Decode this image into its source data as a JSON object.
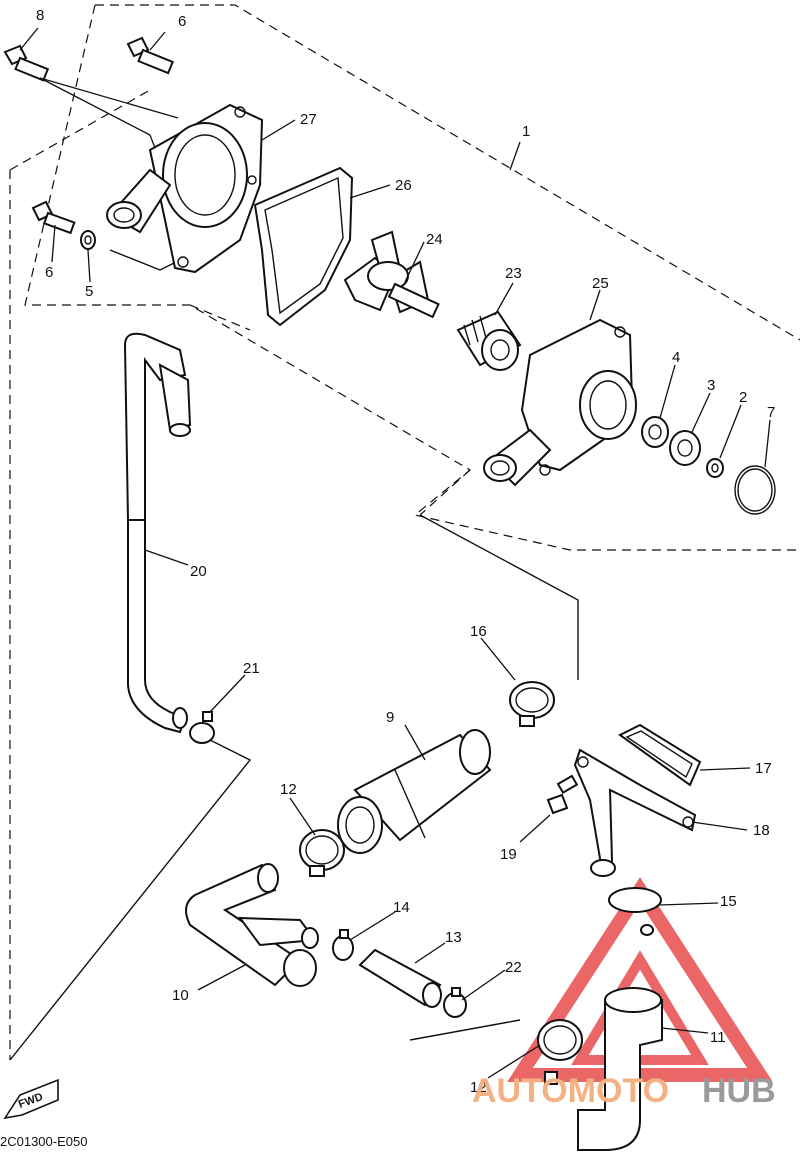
{
  "diagram_code": "2C01300-E050",
  "fwd_label": "FWD",
  "watermark": {
    "text_primary": "AUTOMOTO",
    "text_secondary": "HUB",
    "color_primary": "#f4b183",
    "color_secondary": "#9a9a9a",
    "triangle_color": "#e84c4c"
  },
  "callouts": {
    "c1": "1",
    "c2": "2",
    "c3": "3",
    "c4": "4",
    "c5": "5",
    "c6a": "6",
    "c6b": "6",
    "c7": "7",
    "c8": "8",
    "c9": "9",
    "c10": "10",
    "c11": "11",
    "c12a": "12",
    "c12b": "12",
    "c13": "13",
    "c14": "14",
    "c15": "15",
    "c16": "16",
    "c17": "17",
    "c18": "18",
    "c19": "19",
    "c20": "20",
    "c21": "21",
    "c22": "22",
    "c23": "23",
    "c24": "24",
    "c25": "25",
    "c26": "26",
    "c27": "27"
  }
}
